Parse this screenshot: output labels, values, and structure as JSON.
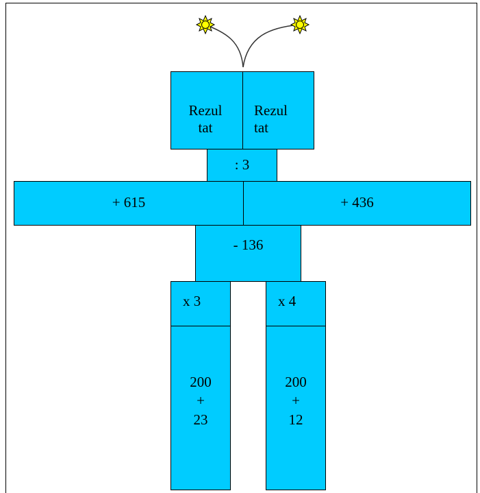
{
  "head": {
    "left_label_line1": "Rezul",
    "left_label_line2": "tat",
    "right_label_line1": "Rezul",
    "right_label_line2": "tat"
  },
  "neck": {
    "label": ": 3"
  },
  "arms": {
    "left_label": "+ 615",
    "right_label": "+ 436"
  },
  "body": {
    "label": "- 136"
  },
  "legs": {
    "left_top_label": "x 3",
    "right_top_label": "x 4",
    "left_value": [
      "200",
      "+",
      "23"
    ],
    "right_value": [
      "200",
      "+",
      "12"
    ]
  },
  "colors": {
    "fill": "#00ccff",
    "star": "#ffff00",
    "stroke": "#000000"
  },
  "icons": {
    "antenna_left": "sun-icon",
    "antenna_right": "sun-icon"
  }
}
